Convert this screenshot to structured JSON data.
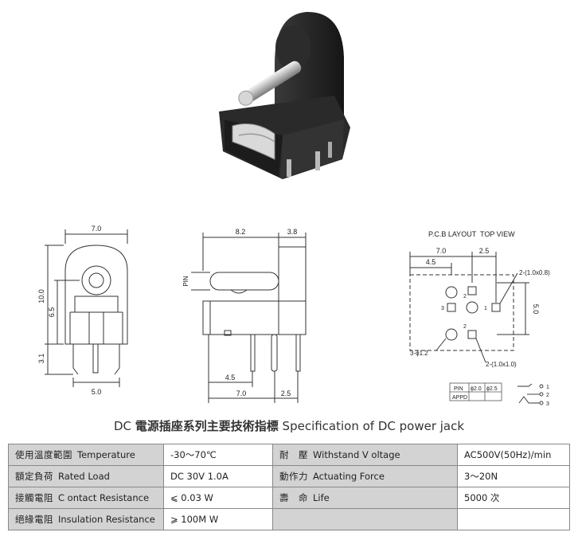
{
  "title": {
    "prefix": "DC",
    "chinese": "電源插座系列主要技術指標",
    "english": "Specification of DC power jack"
  },
  "front_view": {
    "dim_width": "7.0",
    "dim_height": "10.0",
    "dim_center": "6.5",
    "dim_pin": "3.1",
    "dim_bottom": "5.0"
  },
  "side_view": {
    "dim_a": "8.2",
    "dim_b": "3.8",
    "pin_label": "PIN",
    "dim_c": "4.5",
    "dim_d": "7.0",
    "dim_e": "2.5"
  },
  "pcb_layout": {
    "title_left": "P.C.B LAYOUT",
    "title_right": "TOP VIEW",
    "dim_top": "7.0",
    "dim_top2": "2.5",
    "dim_inner": "4.5",
    "dim_right": "5.0",
    "hole_a": "2-(1.0x0.8)",
    "hole_b": "3-ϕ1.2",
    "hole_c": "2-(1.0x1.0)",
    "pin_numbers": [
      "2",
      "3",
      "1",
      "2"
    ],
    "table_header": [
      "PIN",
      "ϕ2.0",
      "ϕ2.5"
    ],
    "table_row": [
      "APPD",
      "",
      ""
    ],
    "schematic_pins": [
      "1",
      "2",
      "3"
    ]
  },
  "specs": [
    {
      "label_zh": "使用溫度範圍",
      "label_en": "Temperature",
      "value": "-30～70℃",
      "label2_zh": "耐　壓",
      "label2_en": "Withstand V oltage",
      "value2": "AC500V(50Hz)/min"
    },
    {
      "label_zh": "額定負荷",
      "label_en": "Rated Load",
      "value": "DC  30V  1.0A",
      "label2_zh": "動作力",
      "label2_en": "Actuating Force",
      "value2": "3～20N"
    },
    {
      "label_zh": "接觸電阻",
      "label_en": "C ontact Resistance",
      "value": "⩽ 0.03 W",
      "label2_zh": "壽　命",
      "label2_en": "Life",
      "value2": "5000 次"
    },
    {
      "label_zh": "絕緣電阻",
      "label_en": "Insulation Resistance",
      "value": "⩾ 100M W",
      "label2_zh": "",
      "label2_en": "",
      "value2": ""
    }
  ]
}
